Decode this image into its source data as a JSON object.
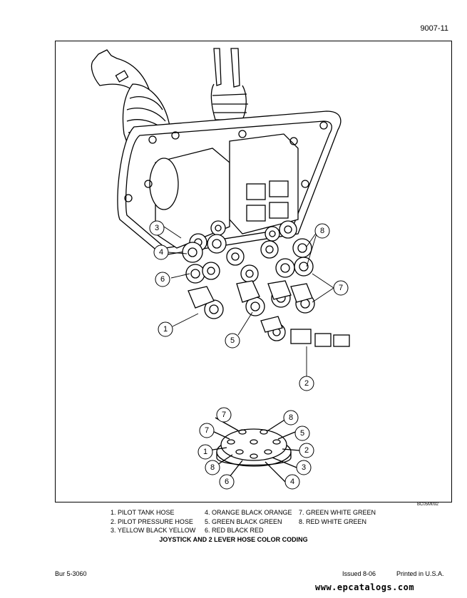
{
  "header": {
    "page_number": "9007-11"
  },
  "figure": {
    "code": "BC05M092",
    "callouts": [
      "1",
      "2",
      "3",
      "4",
      "5",
      "6",
      "7",
      "8"
    ]
  },
  "legend": [
    {
      "num": "1.",
      "label": "PILOT TANK HOSE"
    },
    {
      "num": "2.",
      "label": "PILOT PRESSURE HOSE"
    },
    {
      "num": "3.",
      "label": "YELLOW BLACK YELLOW"
    },
    {
      "num": "4.",
      "label": "ORANGE BLACK ORANGE"
    },
    {
      "num": "5.",
      "label": "GREEN BLACK GREEN"
    },
    {
      "num": "6.",
      "label": "RED BLACK RED"
    },
    {
      "num": "7.",
      "label": "GREEN WHITE GREEN"
    },
    {
      "num": "8.",
      "label": "RED WHITE GREEN"
    }
  ],
  "caption": "JOYSTICK AND 2 LEVER HOSE COLOR CODING",
  "footer": {
    "left": "Bur 5-3060",
    "issued": "Issued 8-06",
    "printed": "Printed in U.S.A."
  },
  "watermark": "www.epcatalogs.com"
}
